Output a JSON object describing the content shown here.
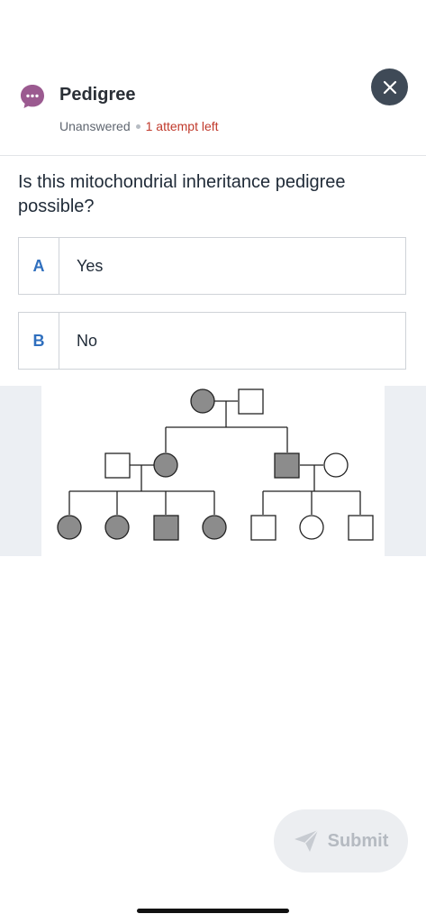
{
  "header": {
    "title": "Pedigree",
    "status": "Unanswered",
    "attempts": "1 attempt left",
    "chat_icon": "chat-bubble-ellipsis-icon",
    "close_icon": "close-icon"
  },
  "question": {
    "text": "Is this mitochondrial inheritance pedigree possible?"
  },
  "options": [
    {
      "letter": "A",
      "label": "Yes"
    },
    {
      "letter": "B",
      "label": "No"
    }
  ],
  "figure": {
    "kind": "pedigree chart",
    "affected_color": "#8c8c8c",
    "unaffected_color": "#ffffff"
  },
  "submit": {
    "label": "Submit",
    "icon": "send-icon"
  },
  "colors": {
    "accent": "#2f6fbe",
    "attempts_red": "#c0392b",
    "chat_icon": "#9b5a90",
    "close_bg": "#3f4a57"
  }
}
